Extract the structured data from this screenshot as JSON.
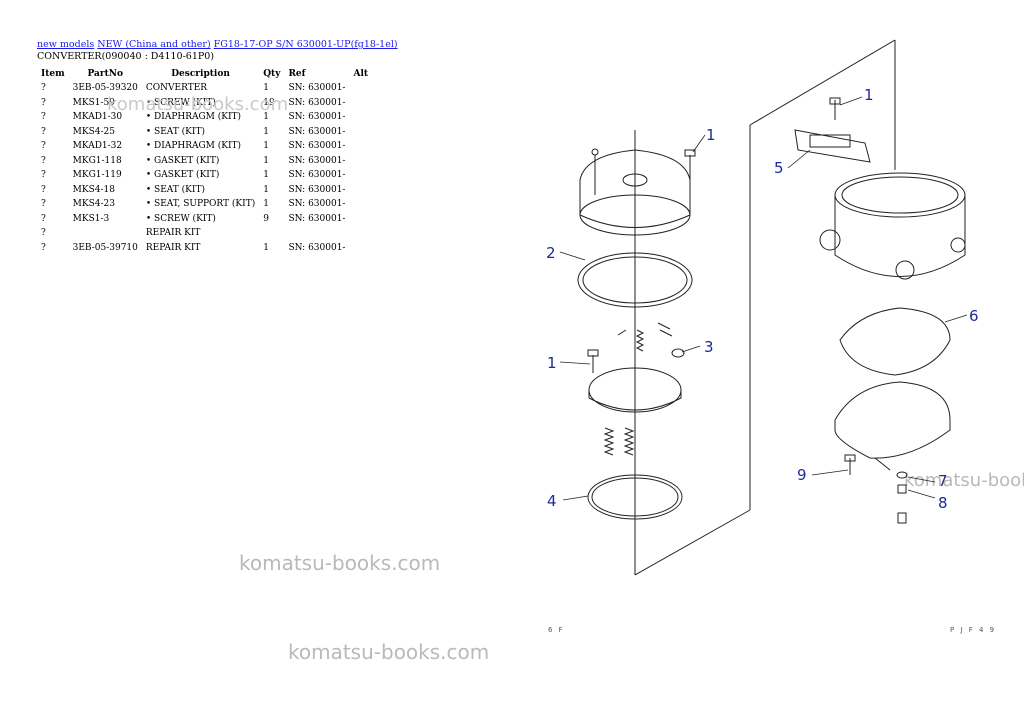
{
  "breadcrumb": {
    "links": [
      "new models",
      "NEW (China and other)",
      "FG18-17-OP S/N 630001-UP(fg18-1el)"
    ]
  },
  "subtitle": "CONVERTER(090040 : D4110-61P0)",
  "table": {
    "headers": [
      "Item",
      "PartNo",
      "Description",
      "Qty",
      "Ref",
      "Alt"
    ],
    "rows": [
      {
        "item": "?",
        "part": "3EB-05-39320",
        "desc": "CONVERTER",
        "qty": "1",
        "ref": "SN: 630001-",
        "alt": ""
      },
      {
        "item": "?",
        "part": "MKS1-59",
        "desc": "• SCREW (KIT)",
        "qty": "19",
        "ref": "SN: 630001-",
        "alt": ""
      },
      {
        "item": "?",
        "part": "MKAD1-30",
        "desc": "• DIAPHRAGM (KIT)",
        "qty": "1",
        "ref": "SN: 630001-",
        "alt": ""
      },
      {
        "item": "?",
        "part": "MKS4-25",
        "desc": "• SEAT (KIT)",
        "qty": "1",
        "ref": "SN: 630001-",
        "alt": ""
      },
      {
        "item": "?",
        "part": "MKAD1-32",
        "desc": "• DIAPHRAGM (KIT)",
        "qty": "1",
        "ref": "SN: 630001-",
        "alt": ""
      },
      {
        "item": "?",
        "part": "MKG1-118",
        "desc": "• GASKET (KIT)",
        "qty": "1",
        "ref": "SN: 630001-",
        "alt": ""
      },
      {
        "item": "?",
        "part": "MKG1-119",
        "desc": "• GASKET (KIT)",
        "qty": "1",
        "ref": "SN: 630001-",
        "alt": ""
      },
      {
        "item": "?",
        "part": "MKS4-18",
        "desc": "• SEAT (KIT)",
        "qty": "1",
        "ref": "SN: 630001-",
        "alt": ""
      },
      {
        "item": "?",
        "part": "MKS4-23",
        "desc": "• SEAT, SUPPORT (KIT)",
        "qty": "1",
        "ref": "SN: 630001-",
        "alt": ""
      },
      {
        "item": "?",
        "part": "MKS1-3",
        "desc": "• SCREW (KIT)",
        "qty": "9",
        "ref": "SN: 630001-",
        "alt": ""
      },
      {
        "item": "?",
        "part": "",
        "desc": "REPAIR KIT",
        "qty": "",
        "ref": "",
        "alt": ""
      },
      {
        "item": "?",
        "part": "3EB-05-39710",
        "desc": "REPAIR KIT",
        "qty": "1",
        "ref": "SN: 630001-",
        "alt": ""
      }
    ]
  },
  "watermark": "komatsu-books.com",
  "diagram": {
    "callouts": [
      "1",
      "5",
      "1",
      "2",
      "6",
      "1",
      "3",
      "9",
      "7",
      "8",
      "4"
    ],
    "page_left": "6 F",
    "page_right": "P J F 4 9"
  }
}
